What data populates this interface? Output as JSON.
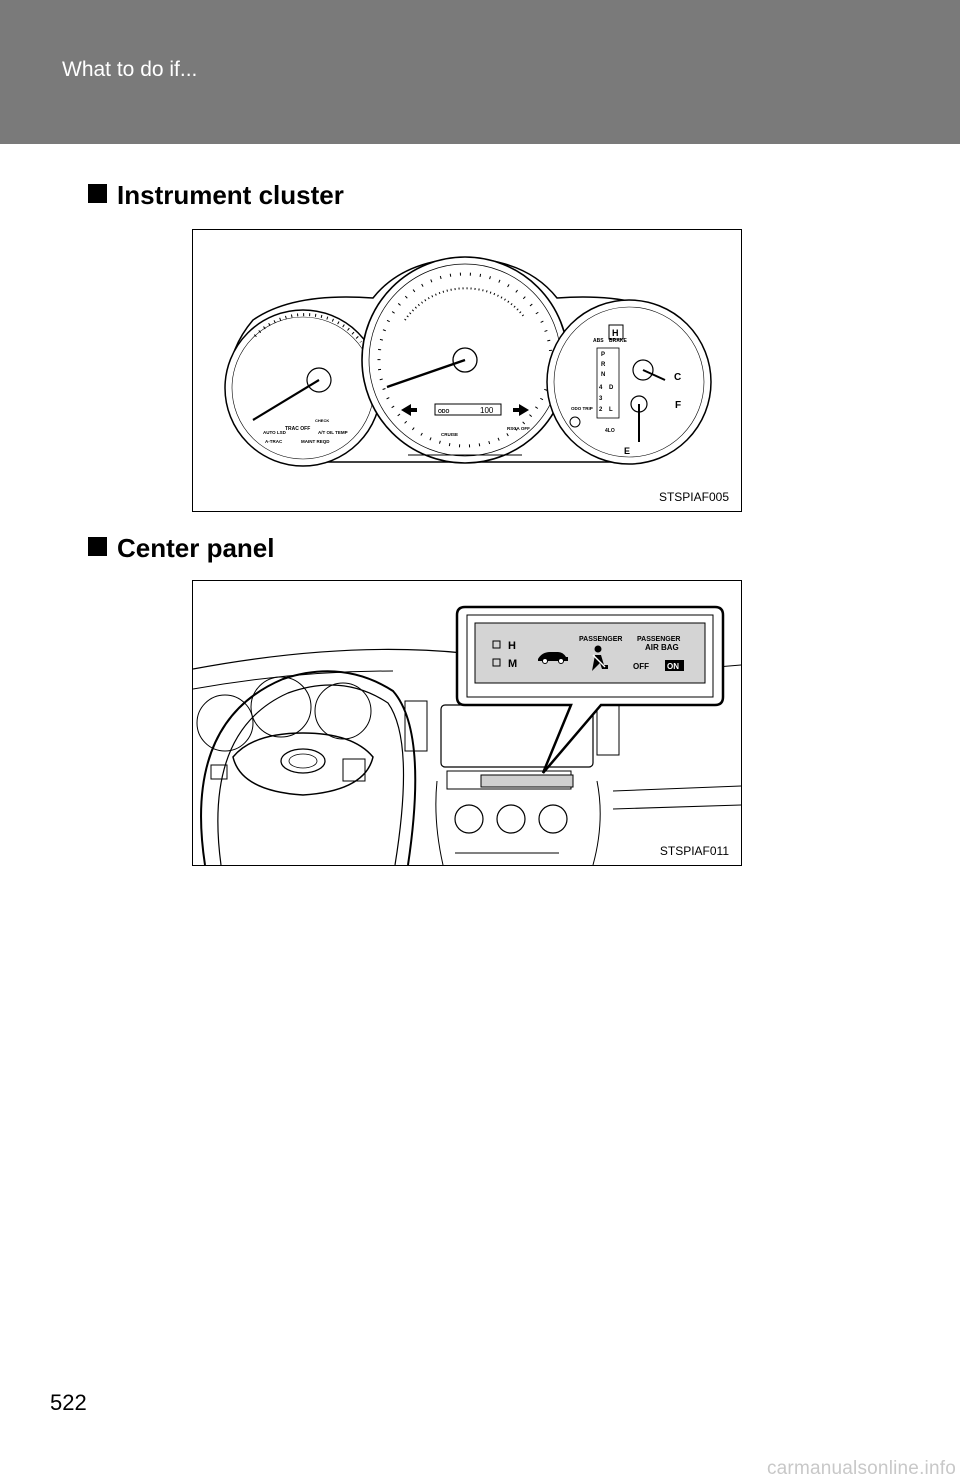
{
  "header": {
    "title": "What to do if..."
  },
  "sections": [
    {
      "heading": "Instrument cluster",
      "figure_code": "STSPIAF005"
    },
    {
      "heading": "Center panel",
      "figure_code": "STSPIAF011"
    }
  ],
  "cluster_labels": {
    "odo": "ODO",
    "odo_value": "100",
    "cruise": "CRUISE",
    "rsca_off": "RSCA OFF",
    "odo_trip": "ODO TRIP",
    "four_lo": "4LO",
    "abs": "ABS",
    "brake": "BRAKE",
    "auto_lsd": "AUTO LSD",
    "trac_off": "TRAC OFF",
    "at_oil_temp": "A/T OIL TEMP",
    "a_trac": "A-TRAC",
    "maint_reqd": "MAINT REQD",
    "check": "CHECK",
    "gears": [
      "P",
      "R",
      "N",
      "4",
      "3",
      "2",
      "D",
      "L"
    ],
    "fuel_f": "F",
    "fuel_e": "E",
    "temp_h": "H",
    "temp_c": "C"
  },
  "center_panel": {
    "h_label": "H",
    "m_label": "M",
    "passenger": "PASSENGER",
    "passenger_airbag": "PASSENGER",
    "airbag": "AIR BAG",
    "off": "OFF",
    "on": "ON"
  },
  "page_number": "522",
  "watermark": "carmanualsonline.info"
}
